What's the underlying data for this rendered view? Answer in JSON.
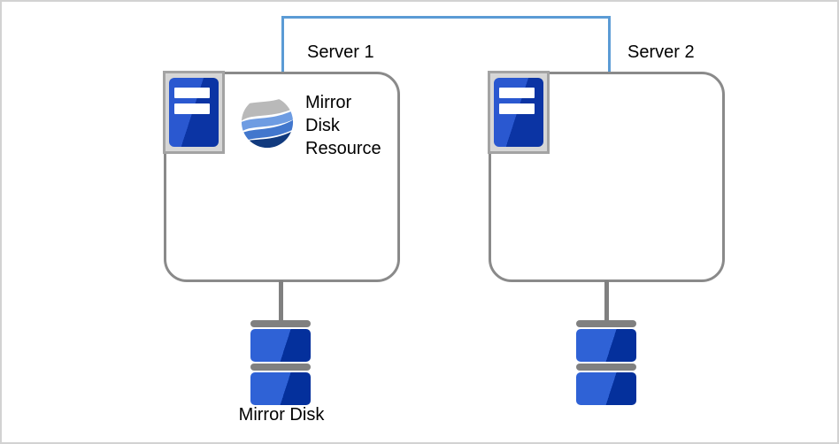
{
  "diagram": {
    "type": "mirror-disk-cluster-diagram",
    "colors": {
      "interconnect_blue": "#5b9bd5",
      "box_border_gray": "#8a8a8a",
      "connector_gray": "#808080",
      "icon_plate_gray": "#d6d6d6",
      "disk_blue_light": "#2f62d6",
      "disk_blue_dark": "#04309c",
      "tower_blue_light": "#2a58d0",
      "tower_blue_dark": "#0b34a4",
      "globe_gray": "#b9b9b9",
      "globe_blue_light": "#6e9ce2",
      "globe_blue_mid": "#4277cd",
      "globe_blue_dark": "#113a7e"
    },
    "servers": [
      {
        "label": "Server 1",
        "icon": "server-tower-icon",
        "resource": {
          "name": "Mirror Disk Resource",
          "icon": "mirror-globe-icon",
          "lines": [
            "Mirror",
            "Disk",
            "Resource"
          ]
        }
      },
      {
        "label": "Server 2",
        "icon": "server-tower-icon"
      }
    ],
    "disks": [
      {
        "caption": "Mirror Disk",
        "icon": "disk-stack-icon"
      },
      {
        "caption": "",
        "icon": "disk-stack-icon"
      }
    ]
  }
}
